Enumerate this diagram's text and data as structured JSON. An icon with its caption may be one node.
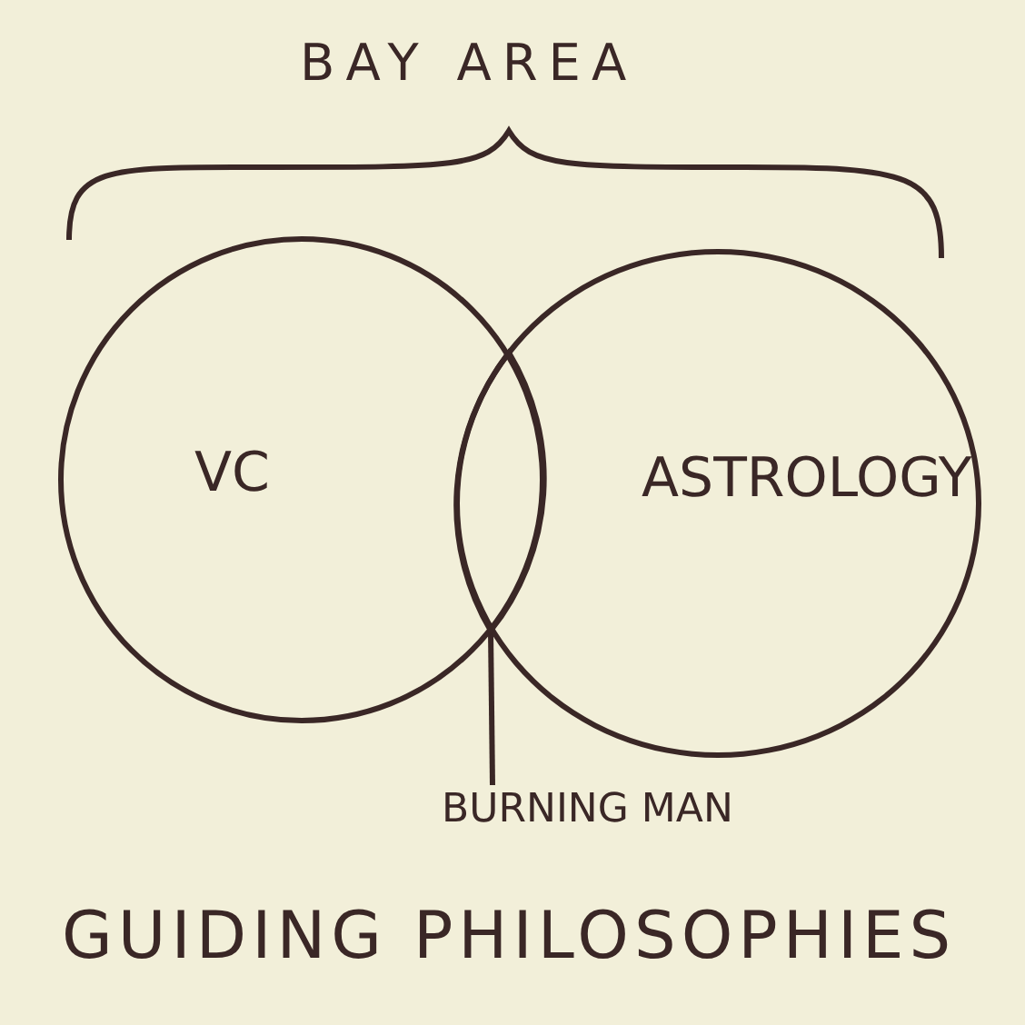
{
  "diagram": {
    "caption": "GUIDING PHILOSOPHIES",
    "nodes": [
      {
        "text": [
          "VC"
        ]
      },
      {
        "text": [
          "ASTROLOGY"
        ]
      },
      {
        "text": [
          "BURNING MAN"
        ]
      },
      {
        "text": [],
        "shape": "lens"
      }
    ],
    "edges": [
      {
        "from": 2,
        "to": 3,
        "arrow": "none"
      }
    ],
    "labels": [
      "BAY AREA"
    ]
  }
}
